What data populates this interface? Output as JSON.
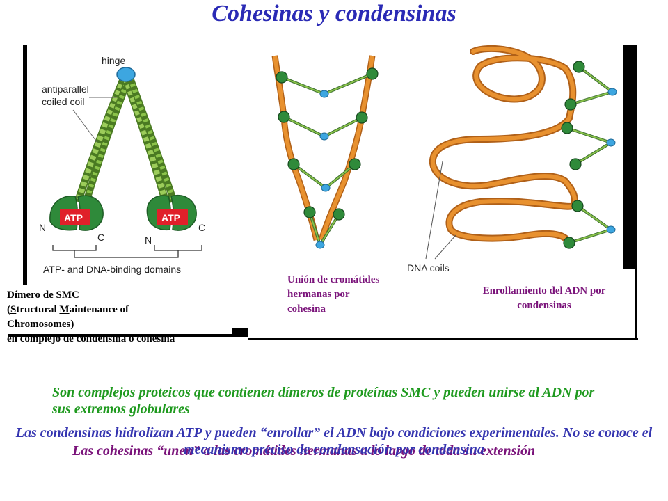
{
  "title": "Cohesinas y condensinas",
  "colors": {
    "title": "#2a2ab5",
    "green_text": "#1f9a1f",
    "blue_text": "#3535b0",
    "purple_text": "#7a137a",
    "rod_orange": "#e8912f",
    "head_green": "#2f8a3a",
    "coil_green": "#8bc34a",
    "hinge_blue": "#3da6e0",
    "atp_red": "#e0202a"
  },
  "smc_figure": {
    "hinge_label": "hinge",
    "coil_label_line1": "antiparallel",
    "coil_label_line2": "coiled coil",
    "atp_left": "ATP",
    "atp_right": "ATP",
    "n_left": "N",
    "c_left": "C",
    "n_right": "N",
    "c_right": "C",
    "domains_label": "ATP- and DNA-binding domains"
  },
  "coils_figure": {
    "dna_coils_label": "DNA coils"
  },
  "captions": {
    "smc": {
      "line1": "Dímero de SMC",
      "line2_open": "(",
      "line2_S": "S",
      "line2_tructural": "tructural ",
      "line2_M": "M",
      "line2_aintenance": "aintenance of",
      "line3_C": "C",
      "line3_rest": "hromosomes)",
      "line4": "en complejo de condensina o cohesina"
    },
    "union": "Unión de cromátides hermanas por cohesina",
    "enroll": "Enrollamiento del ADN por condensinas"
  },
  "body": {
    "green": "Son complejos proteicos que contienen dímeros de proteínas SMC y pueden unirse al ADN por sus extremos globulares",
    "blue": "Las condensinas hidrolizan ATP y pueden “enrollar” el ADN bajo condiciones experimentales. No se conoce el mecanismo preciso de condensación por condensina",
    "purple": "Las cohesinas “unen” a las cromátides hermanas a lo largo de toda su extensión"
  }
}
